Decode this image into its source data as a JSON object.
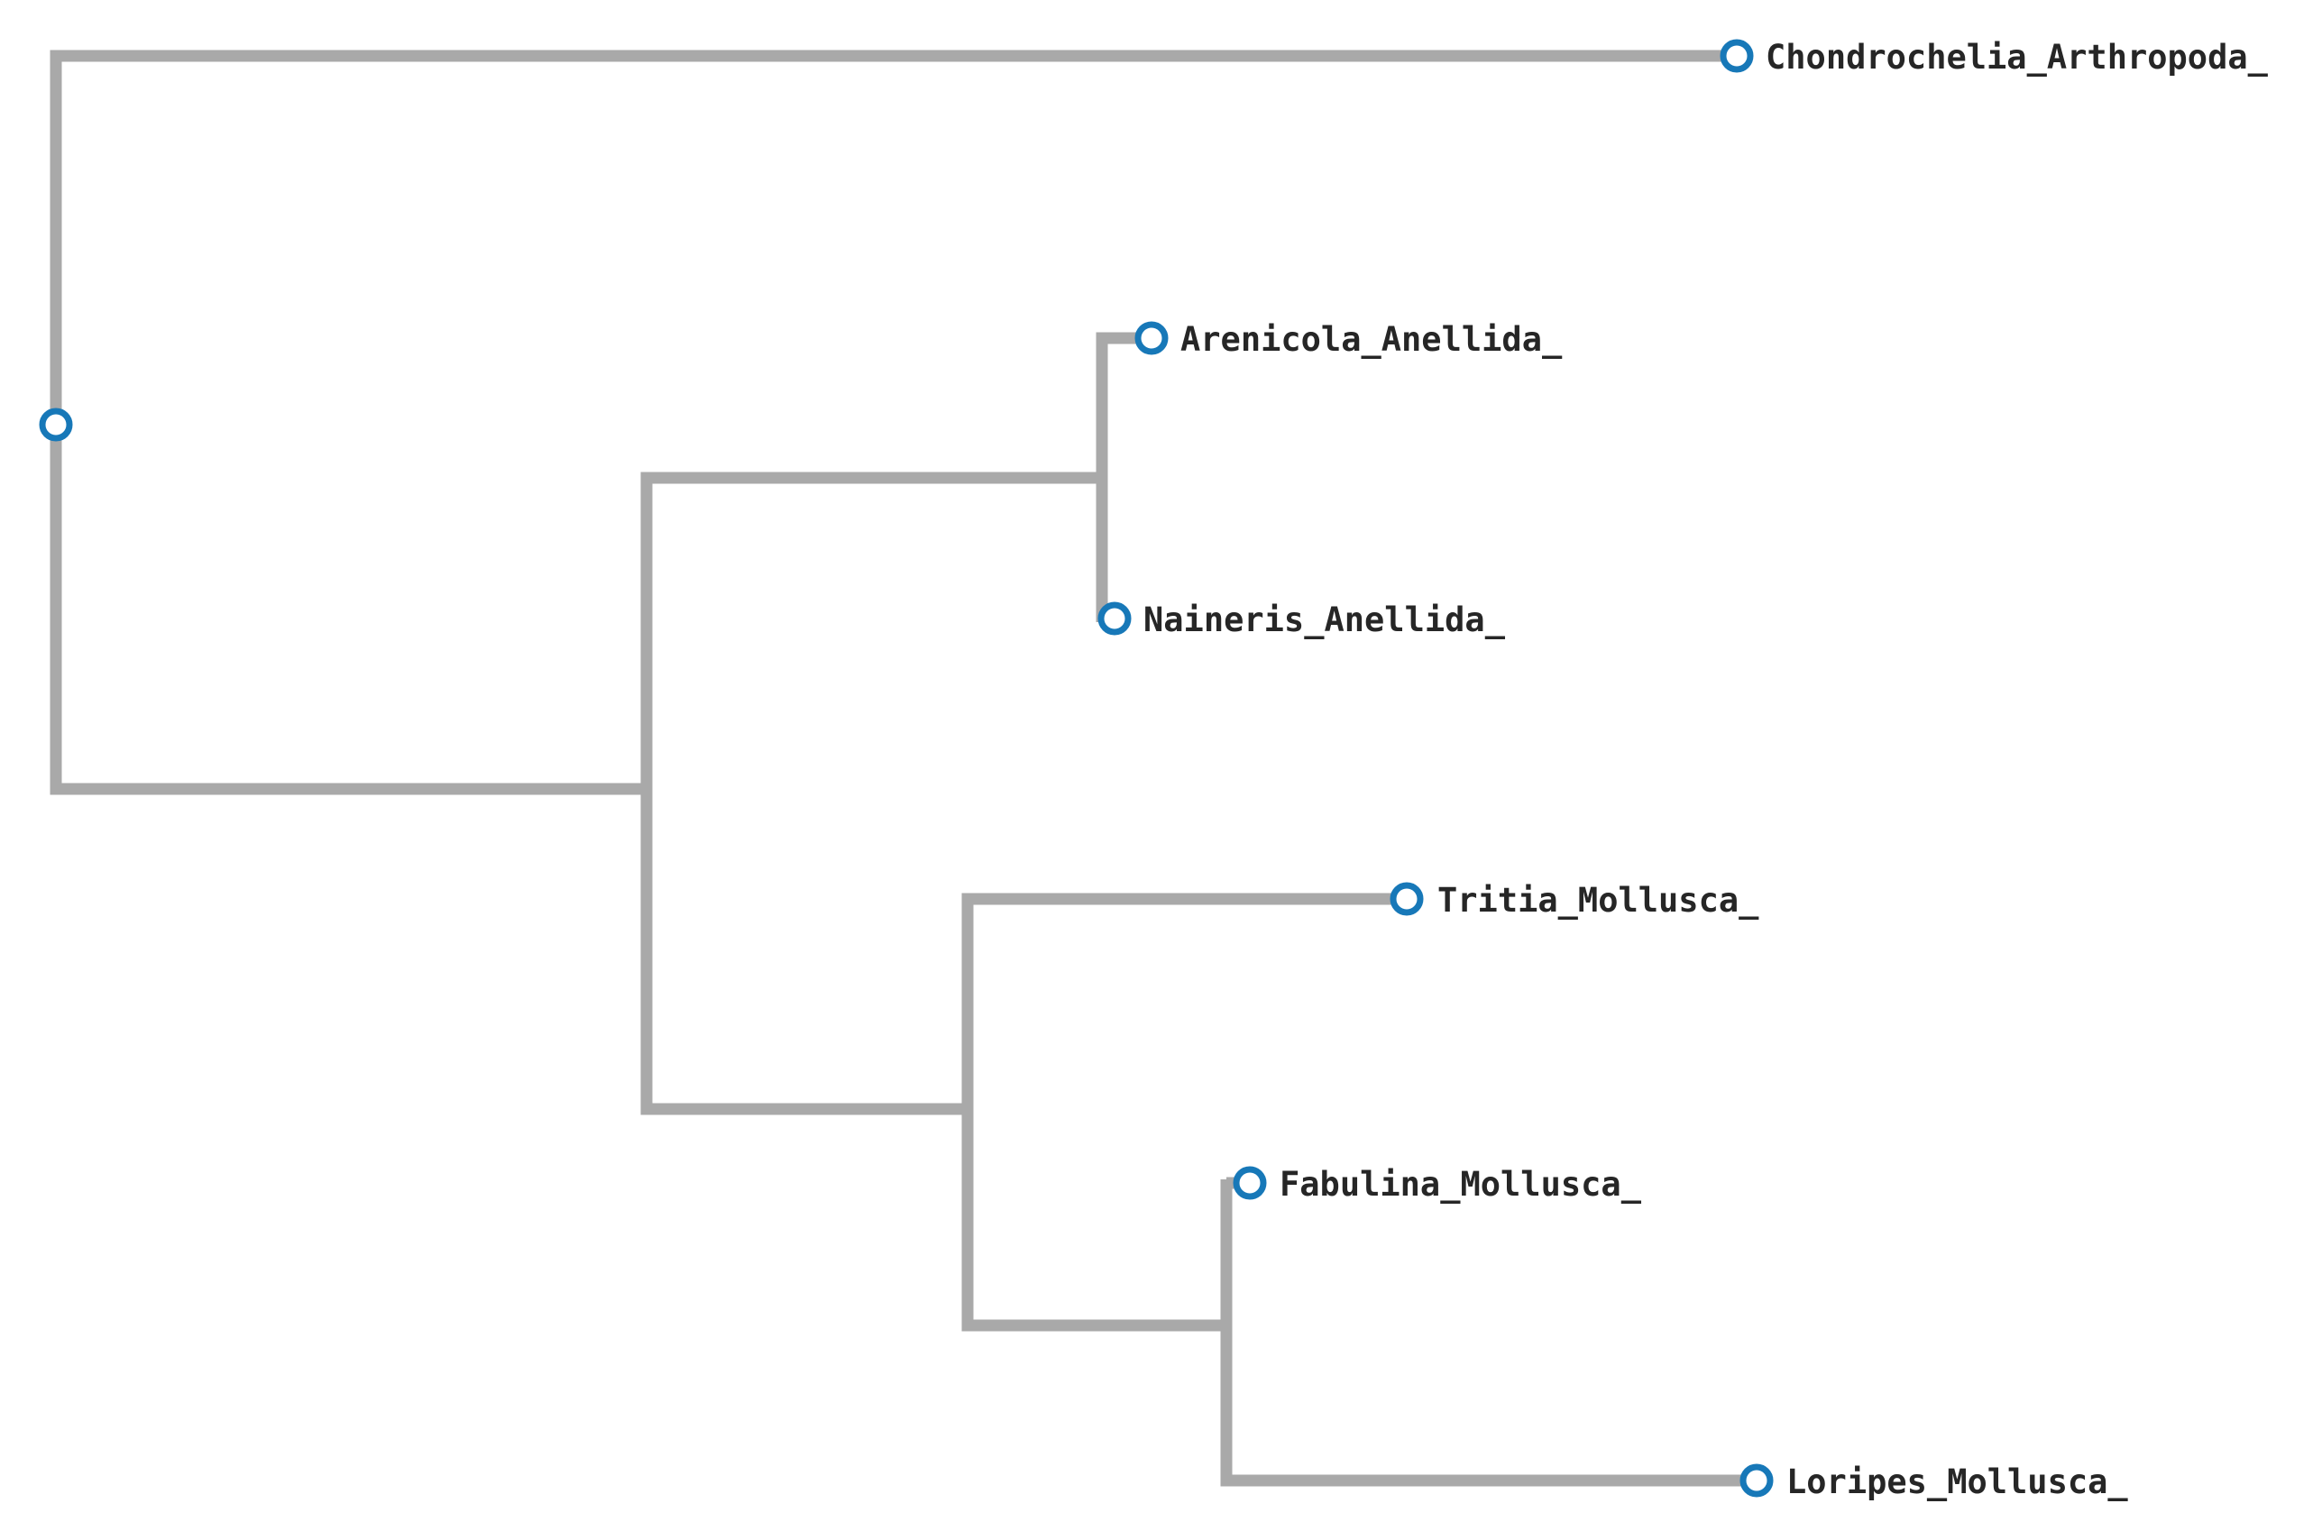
{
  "figure": {
    "type": "phylogenetic-tree",
    "orientation": "left-to-right",
    "style": "cladogram-right-angle-edges"
  },
  "colors": {
    "background": "#ffffff",
    "edge": "#a9a9a9",
    "node_stroke": "#1778b8",
    "node_fill": "#ffffff",
    "label": "#262626"
  },
  "tree": {
    "newick": "(Chondrochelia_Arthropoda_,((Arenicola_Anellida_,Naineris_Anellida_),(Tritia_Mollusca_,(Fabulina_Mollusca_,Loripes_Mollusca_))));",
    "leaf_count": 6,
    "internal_node_markers_visible": 1,
    "leaves": [
      {
        "label": "Chondrochelia_Arthropoda_",
        "clade": "Arthropoda"
      },
      {
        "label": "Arenicola_Anellida_",
        "clade": "Anellida"
      },
      {
        "label": "Naineris_Anellida_",
        "clade": "Anellida"
      },
      {
        "label": "Tritia_Mollusca_",
        "clade": "Mollusca"
      },
      {
        "label": "Fabulina_Mollusca_",
        "clade": "Mollusca"
      },
      {
        "label": "Loripes_Mollusca_",
        "clade": "Mollusca"
      }
    ]
  }
}
